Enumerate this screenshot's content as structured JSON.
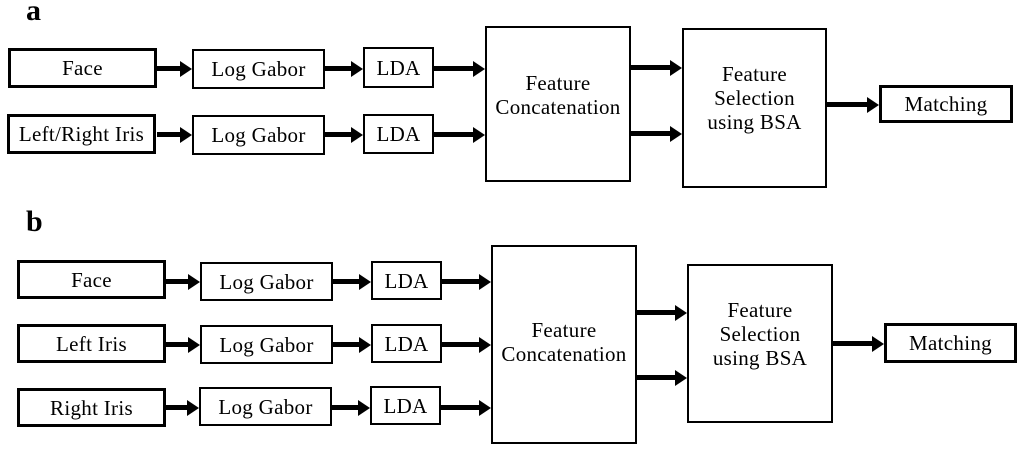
{
  "figure": {
    "colors": {
      "line": "#000000",
      "background": "#ffffff"
    },
    "panel_a": {
      "label": "a",
      "face": "Face",
      "iris": "Left/Right Iris",
      "log_gabor": "Log Gabor",
      "lda": "LDA",
      "concatenation": "Feature Concatenation",
      "selection": "Feature Selection using BSA",
      "matching": "Matching"
    },
    "panel_b": {
      "label": "b",
      "face": "Face",
      "left_iris": "Left Iris",
      "right_iris": "Right Iris",
      "log_gabor": "Log Gabor",
      "lda": "LDA",
      "concatenation": "Feature Concatenation",
      "selection": "Feature Selection using BSA",
      "matching": "Matching"
    }
  }
}
